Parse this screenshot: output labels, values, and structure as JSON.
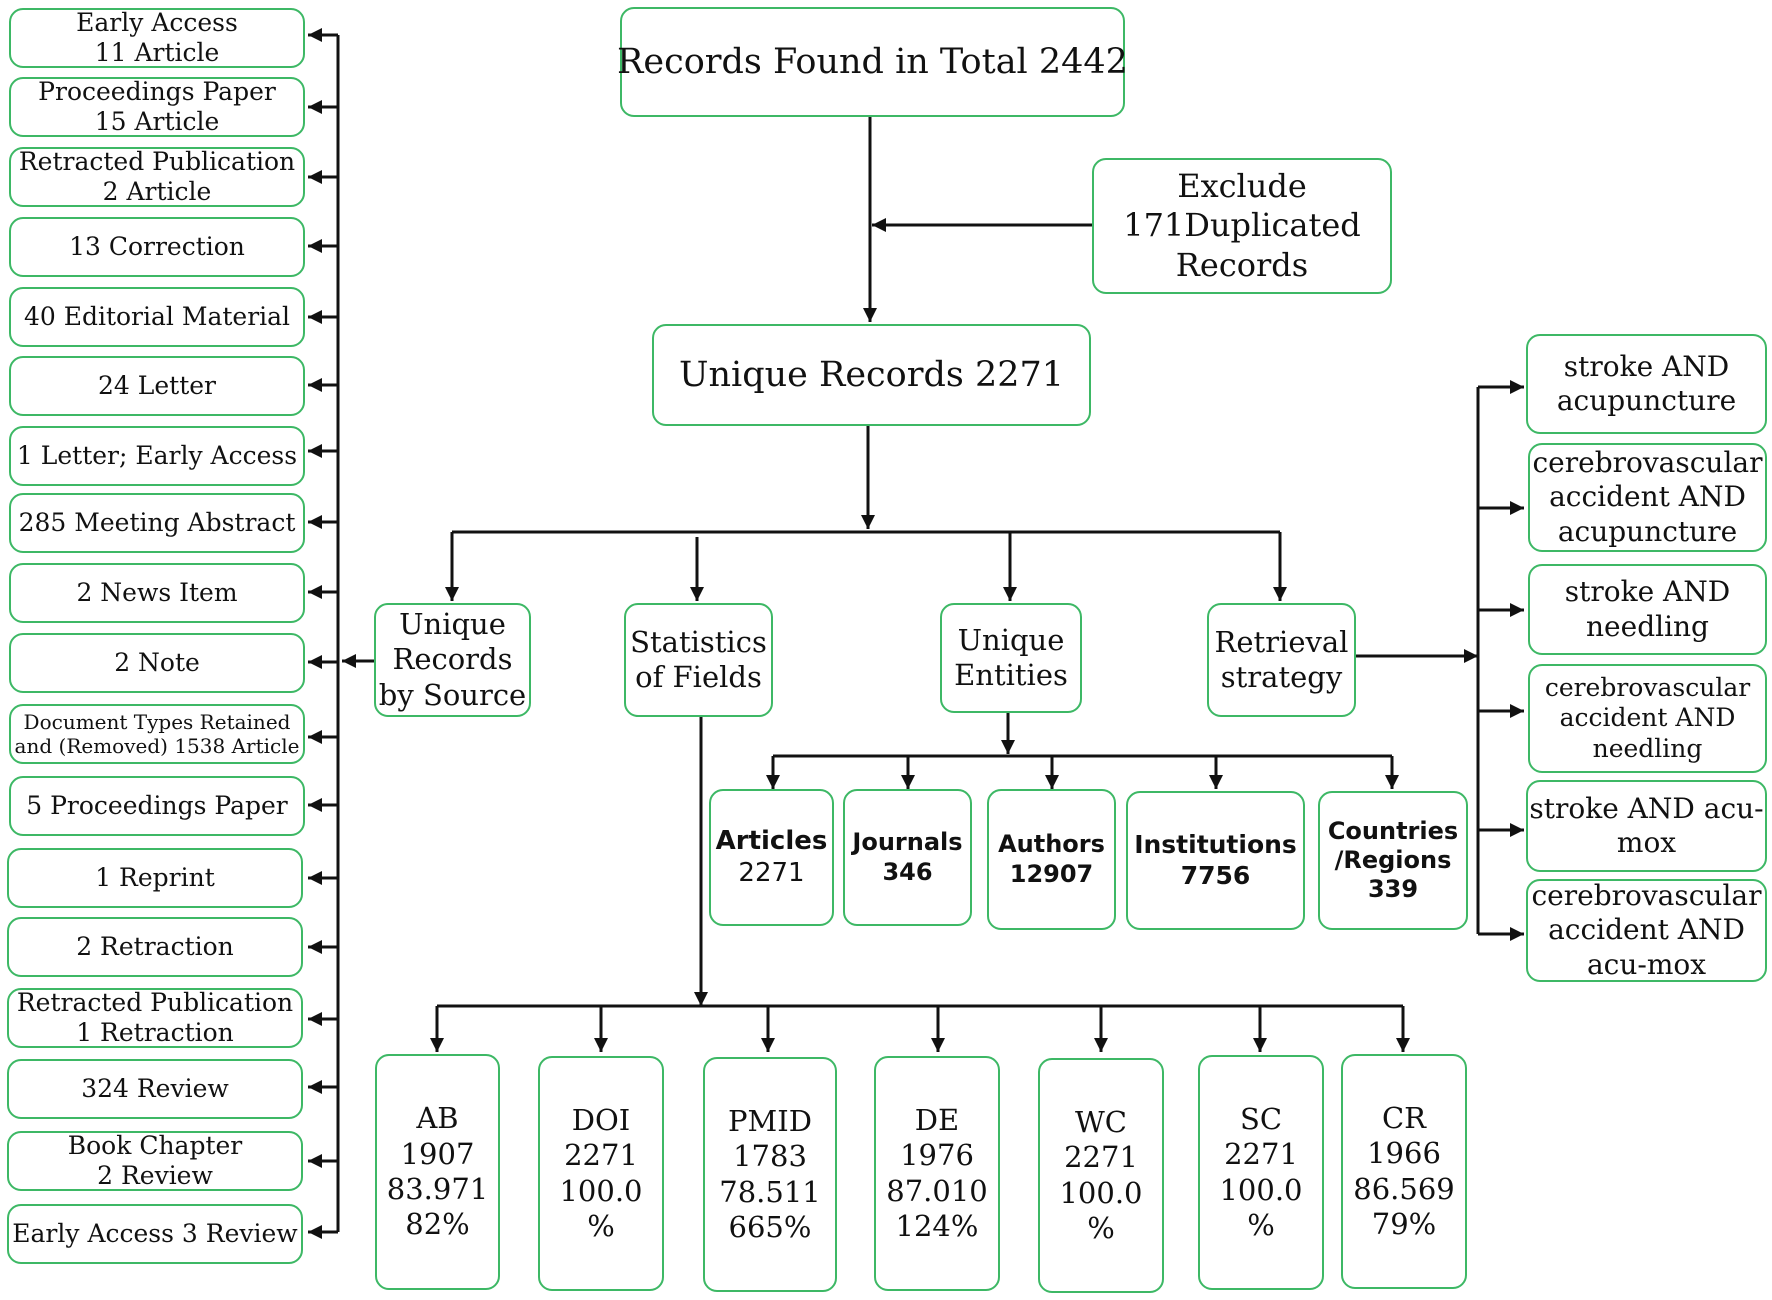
{
  "top": {
    "total": "Records Found in Total 2442",
    "exclude": [
      "Exclude",
      "171Duplicated",
      "Records"
    ],
    "unique": "Unique Records 2271"
  },
  "branches": {
    "by_source": [
      "Unique",
      "Records",
      "by Source"
    ],
    "stats_fields": [
      "Statistics",
      "of Fields"
    ],
    "entities": [
      "Unique",
      "Entities"
    ],
    "retrieval": [
      "Retrieval",
      "strategy"
    ]
  },
  "document_types": [
    [
      "Early Access",
      "11  Article"
    ],
    [
      "Proceedings Paper",
      "15  Article"
    ],
    [
      "Retracted Publication",
      "2 Article"
    ],
    [
      "13  Correction"
    ],
    [
      "40  Editorial Material"
    ],
    [
      "24  Letter"
    ],
    [
      "1  Letter; Early Access"
    ],
    [
      "285  Meeting Abstract"
    ],
    [
      "2  News Item"
    ],
    [
      "2  Note"
    ],
    [
      "Document Types Retained",
      "and (Removed) 1538 Article"
    ],
    [
      "5  Proceedings Paper"
    ],
    [
      "1  Reprint"
    ],
    [
      "2  Retraction"
    ],
    [
      "Retracted Publication",
      "1  Retraction"
    ],
    [
      "324  Review"
    ],
    [
      "Book Chapter",
      "2 Review"
    ],
    [
      "Early Access 3  Review"
    ]
  ],
  "entities": [
    [
      "Articles",
      "2271"
    ],
    [
      "Journals",
      "346"
    ],
    [
      "Authors",
      "12907"
    ],
    [
      "Institutions",
      "7756"
    ],
    [
      "Countries",
      "/Regions",
      "339"
    ]
  ],
  "fields": [
    [
      "AB",
      "1907",
      "83.971",
      "82%"
    ],
    [
      "DOI",
      "2271",
      "100.0",
      "%"
    ],
    [
      "PMID",
      "1783",
      "78.511",
      "665%"
    ],
    [
      "DE",
      "1976",
      "87.010",
      "124%"
    ],
    [
      "WC",
      "2271",
      "100.0",
      "%"
    ],
    [
      "SC",
      "2271",
      "100.0",
      "%"
    ],
    [
      "CR",
      "1966",
      "86.569",
      "79%"
    ]
  ],
  "queries": [
    [
      "stroke AND",
      "acupuncture"
    ],
    [
      "cerebrovascular",
      "accident AND",
      "acupuncture"
    ],
    [
      "stroke AND",
      "needling"
    ],
    [
      "cerebrovascular",
      "accident AND",
      "needling"
    ],
    [
      "stroke AND acu-",
      "mox"
    ],
    [
      "cerebrovascular",
      "accident AND",
      "acu-mox"
    ]
  ],
  "colors": {
    "box_border": "#3db865",
    "line": "#111111",
    "text": "#111111"
  }
}
